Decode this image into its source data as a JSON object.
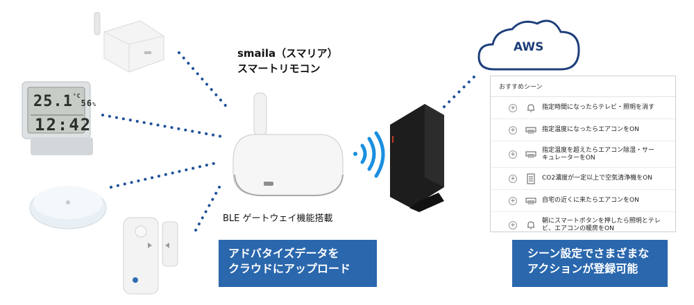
{
  "hub": {
    "title_line1": "smaila（スマリア）",
    "title_line2": "スマートリモコン",
    "ble_label": "BLE ゲートウェイ機能搭載"
  },
  "sensor": {
    "temperature": "25.1",
    "temp_unit": "°C",
    "humidity": "56",
    "humidity_unit": "%",
    "time": "12:42"
  },
  "cloud": {
    "label": "AWS"
  },
  "box_left": {
    "line1": "アドバタイズデータを",
    "line2": "クラウドにアップロード"
  },
  "box_right": {
    "line1": "シーン設定でさまざまな",
    "line2": "アクションが登録可能"
  },
  "scene_panel": {
    "header": "おすすめシーン",
    "items": [
      {
        "icon": "bell-icon",
        "line1": "指定時間になったらテレビ・照明を消す",
        "line2": ""
      },
      {
        "icon": "aircon-icon",
        "line1": "指定温度になったらエアコンをON",
        "line2": ""
      },
      {
        "icon": "aircon-icon",
        "line1": "指定温度を超えたらエアコン除湿・サー",
        "line2": "キュレーターをON"
      },
      {
        "icon": "air-purifier-icon",
        "line1": "CO2濃度が一定以上で空気清浄機をON",
        "line2": ""
      },
      {
        "icon": "aircon-icon",
        "line1": "自宅の近くに来たらエアコンをON",
        "line2": ""
      },
      {
        "icon": "bell-icon",
        "line1": "朝にスマートボタンを押したら照明とテレ",
        "line2": "ビ、エアコンの暖房をON"
      }
    ]
  },
  "colors": {
    "accent_blue": "#2a67ad",
    "dot_blue": "#1f4f9a",
    "signal_blue": "#1a8fe0"
  }
}
